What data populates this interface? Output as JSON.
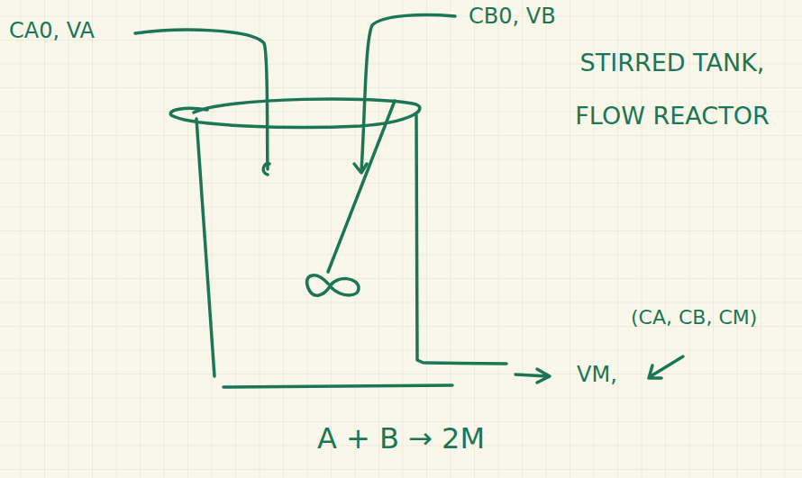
{
  "diagram": {
    "labels": [
      "CA0, VA",
      "CB0, VB",
      "STIRRED TANK, FLOW REACTOR",
      "VM,",
      "(CA, CB, CM)",
      "A + B → 2M"
    ]
  }
}
